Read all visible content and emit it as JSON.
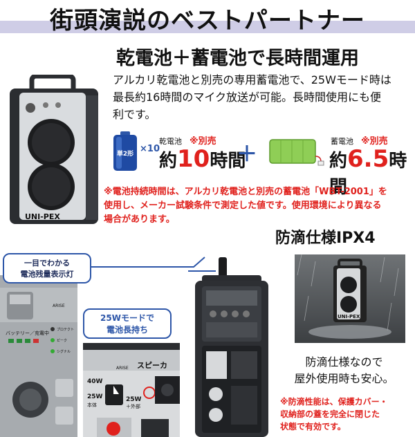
{
  "header": {
    "title": "街頭演説のベストパートナー"
  },
  "section1": {
    "subtitle": "乾電池＋蓄電池で長時間運用",
    "description_lines": [
      "アルカリ乾電池と別売の専用蓄電池で、25Wモード時は",
      "最長約16時間のマイク放送が可能。長時間使用にも便",
      "利です。"
    ],
    "speaker_brand": "UNI-PEX"
  },
  "battery_dry": {
    "cell_label": "単2形",
    "count": "×10",
    "type_label": "乾電池",
    "note": "※別売",
    "prefix": "約",
    "hours": "10",
    "unit": "時間"
  },
  "plus": "＋",
  "battery_rechargeable": {
    "type_label": "蓄電池",
    "note": "※別売",
    "prefix": "約",
    "hours": "6.5",
    "unit": "時間"
  },
  "warning": {
    "lines": [
      "※電池持続時間は、アルカリ乾電池と別売の蓄電池「WBT-2001」を",
      "使用し、メーカー試験条件で測定した値です。使用環境により異なる",
      "場合があります。"
    ]
  },
  "waterproof": {
    "title": "防滴仕様IPX4",
    "text_lines": [
      "防滴仕様なので",
      "屋外使用時も安心。"
    ],
    "note_lines": [
      "※防滴性能は、保護カバー・",
      "収納部の蓋を完全に閉じた",
      "状態で有効です。"
    ],
    "photo_brand": "UNI-PEX"
  },
  "callouts": {
    "battery_indicator": [
      "一目でわかる",
      "電池残量表示灯"
    ],
    "mode_25w": [
      "25Wモードで",
      "電池長持ち"
    ]
  },
  "panel_labels": {
    "battery_charge": "バッテリー／充電中",
    "protect": "プロテクト",
    "peak": "ピーク",
    "signal": "シグナル",
    "arise": "ARISE",
    "speaker": "スピーカ",
    "w40": "40W",
    "w25": "25W",
    "w25b": "25W",
    "body": "本体",
    "external": "＋外部"
  },
  "colors": {
    "accent_red": "#e0211d",
    "accent_blue": "#2d56a8",
    "header_band": "#cfcde6",
    "battery_green": "#8fce56"
  }
}
